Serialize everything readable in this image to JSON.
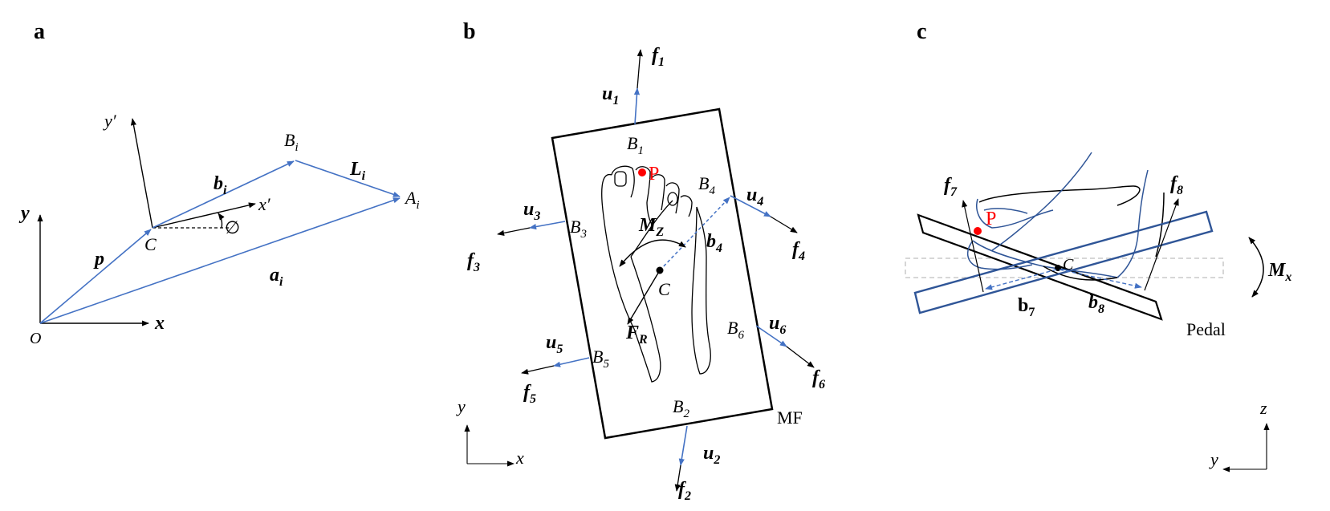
{
  "colors": {
    "vector_blue": "#4472C4",
    "black": "#000000",
    "point_red": "#FF0000",
    "ghost_gray": "#BFBFBF",
    "foot_blue": "#2F5597"
  },
  "panels": {
    "a": {
      "label": "a",
      "y_axis": "y",
      "x_axis": "x",
      "origin": "O",
      "center": "C",
      "y_prime": "y′",
      "x_prime": "x′",
      "angle": "∅",
      "vec_p": "p",
      "vec_b": "b",
      "vec_b_sub": "i",
      "vec_L": "L",
      "vec_L_sub": "i",
      "vec_a": "a",
      "vec_a_sub": "i",
      "point_B": "B",
      "point_B_sub": "i",
      "point_A": "A",
      "point_A_sub": "i"
    },
    "b": {
      "label": "b",
      "f1": "f",
      "f1_sub": "1",
      "u1": "u",
      "u1_sub": "1",
      "B1": "B",
      "B1_sub": "1",
      "P": "P",
      "B4": "B",
      "B4_sub": "4",
      "u4": "u",
      "u4_sub": "4",
      "f4": "f",
      "f4_sub": "4",
      "b4": "b",
      "b4_sub": "4",
      "u3": "u",
      "u3_sub": "3",
      "B3": "B",
      "B3_sub": "3",
      "f3": "f",
      "f3_sub": "3",
      "Mz": "M",
      "Mz_sub": "Z",
      "C": "C",
      "FR": "F",
      "FR_sub": "R",
      "B6": "B",
      "B6_sub": "6",
      "u6": "u",
      "u6_sub": "6",
      "f6": "f",
      "f6_sub": "6",
      "u5": "u",
      "u5_sub": "5",
      "B5": "B",
      "B5_sub": "5",
      "f5": "f",
      "f5_sub": "5",
      "B2": "B",
      "B2_sub": "2",
      "MF": "MF",
      "u2": "u",
      "u2_sub": "2",
      "f2": "f",
      "f2_sub": "2",
      "axis_y": "y",
      "axis_x": "x"
    },
    "c": {
      "label": "c",
      "f7": "f",
      "f7_sub": "7",
      "f8": "f",
      "f8_sub": "8",
      "P": "P",
      "C": "C",
      "b7": "b",
      "b7_sub": "7",
      "b8": "b",
      "b8_sub": "8",
      "Mx": "M",
      "Mx_sub": "x",
      "pedal": "Pedal",
      "axis_z": "z",
      "axis_y": "y"
    }
  }
}
